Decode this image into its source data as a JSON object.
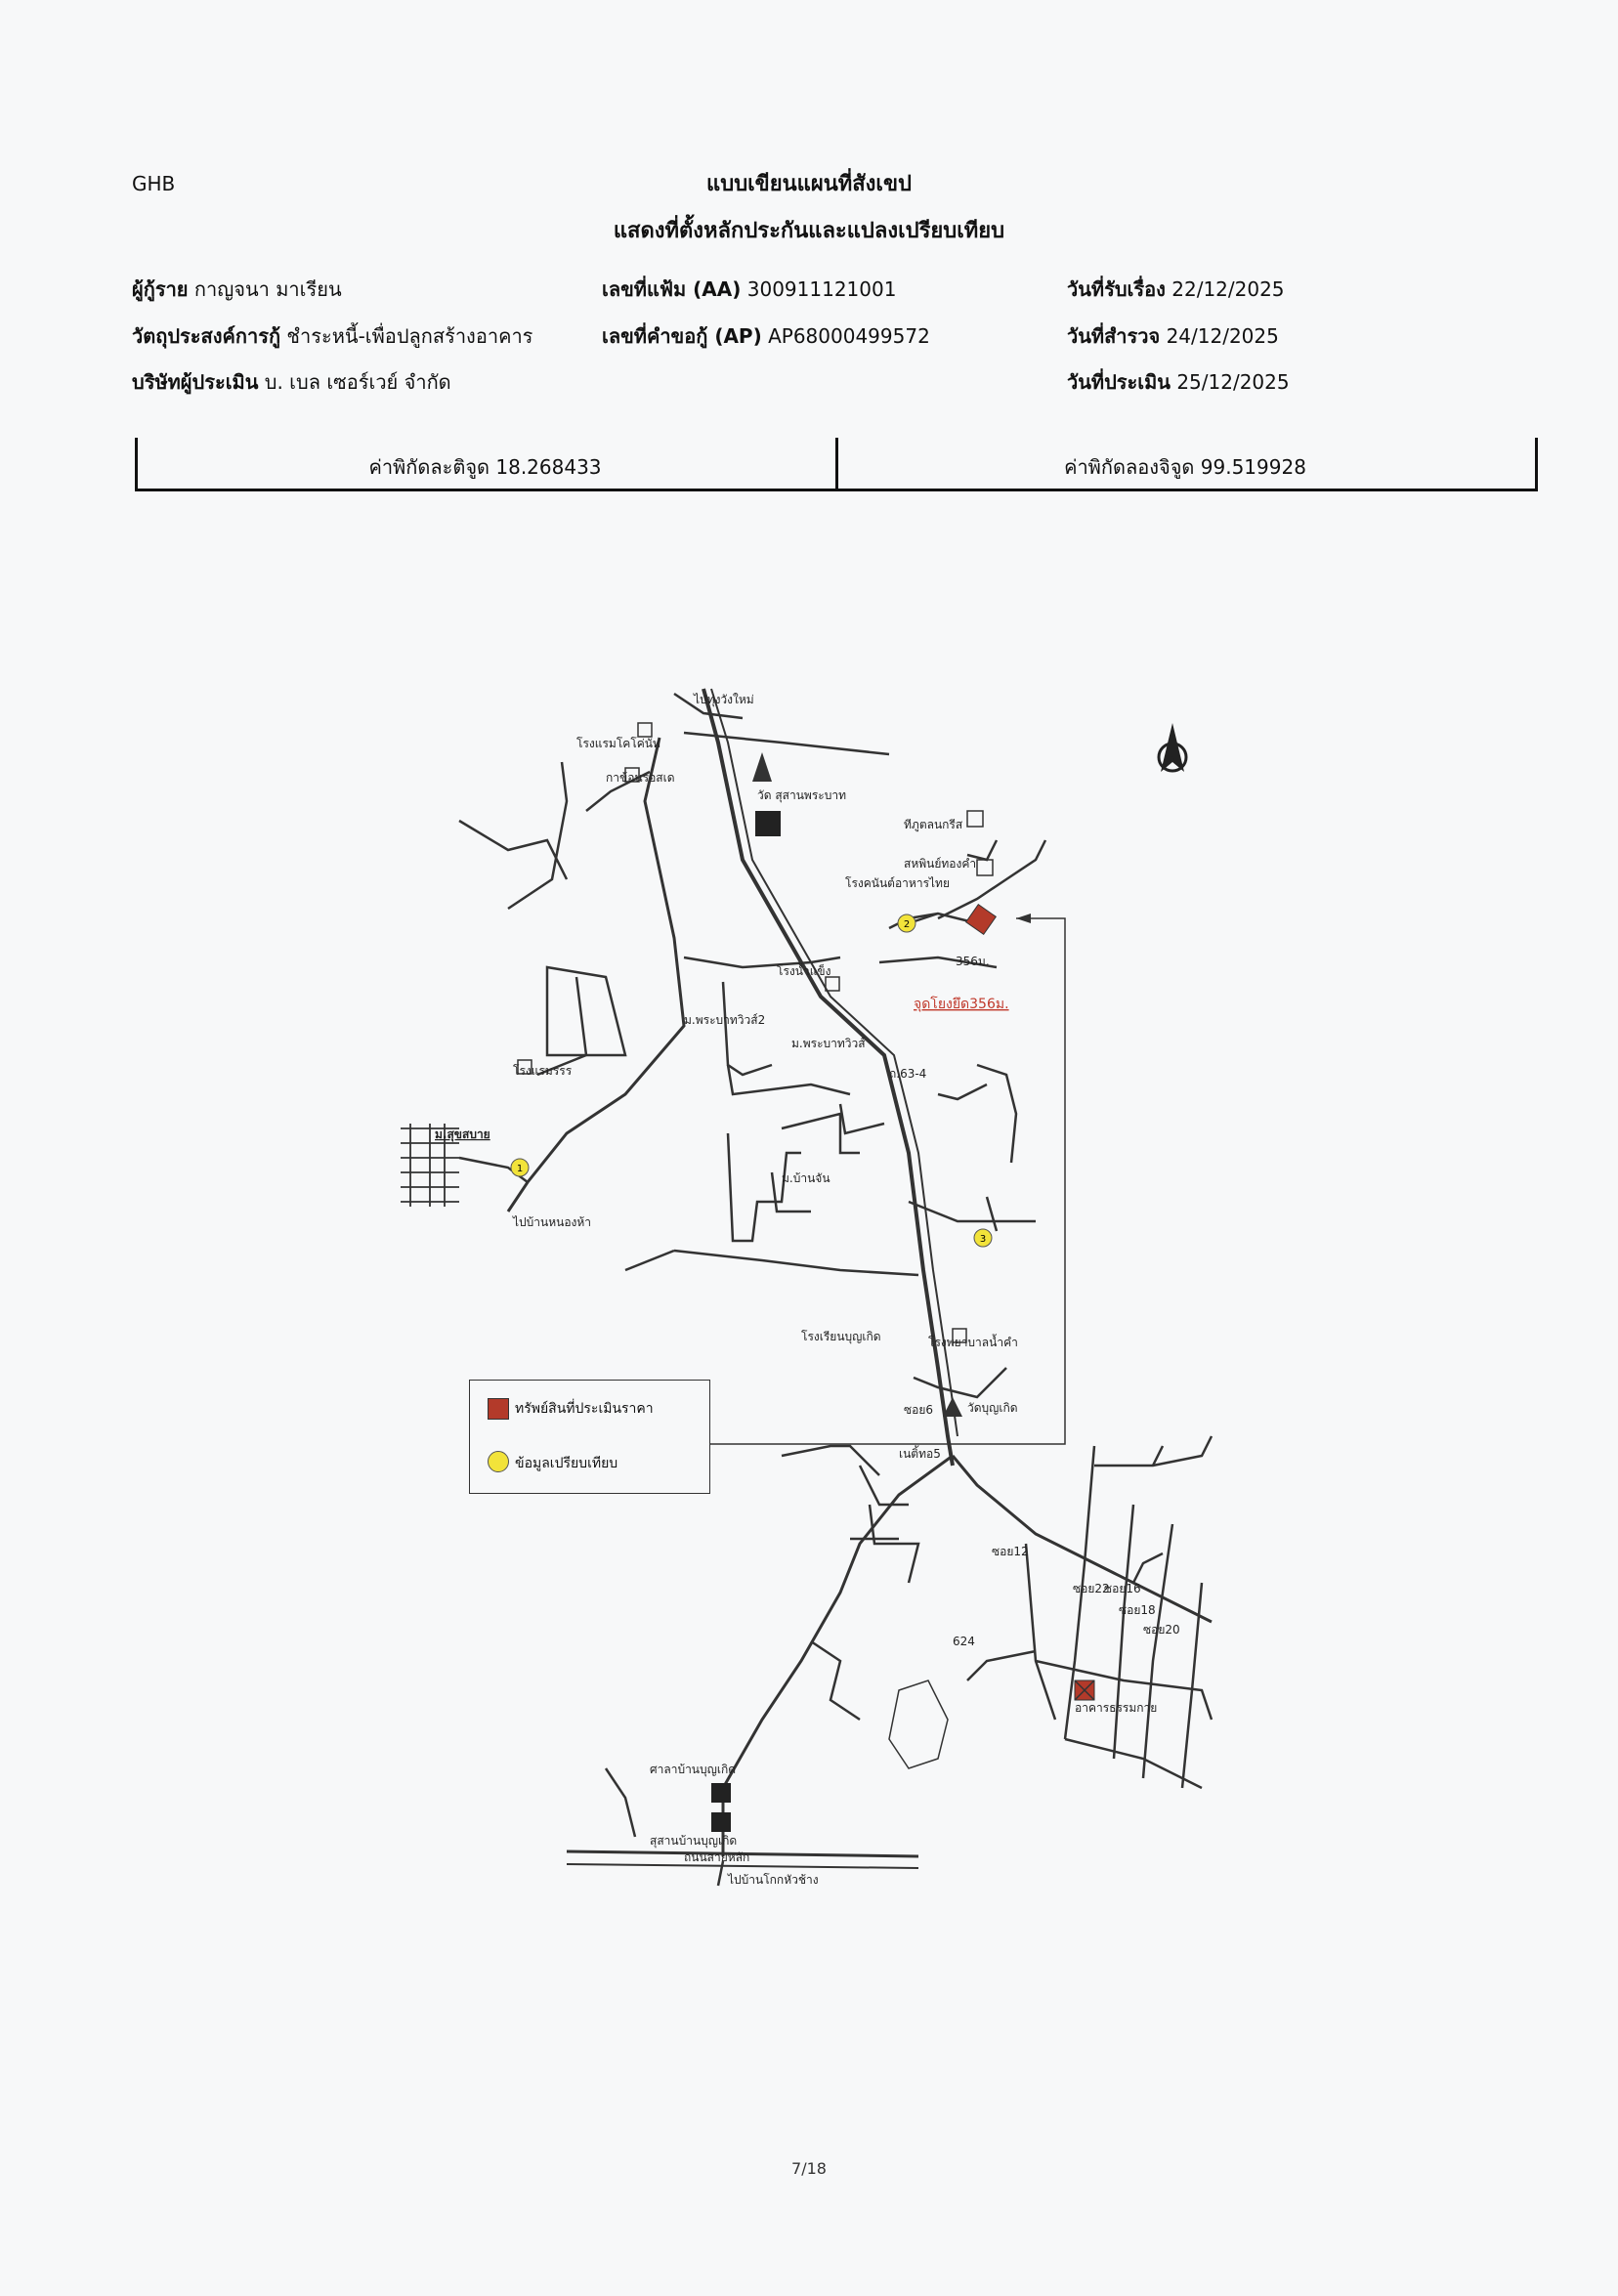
{
  "header": {
    "brand": "GHB",
    "title": "แบบเขียนแผนที่สังเขป",
    "subtitle": "แสดงที่ตั้งหลักประกันและแปลงเปรียบเทียบ"
  },
  "info": {
    "borrower_label": "ผู้กู้ราย",
    "borrower_value": "กาญจนา มาเรียน",
    "purpose_label": "วัตถุประสงค์การกู้",
    "purpose_value": "ชำระหนี้-เพื่อปลูกสร้างอาคาร",
    "company_label": "บริษัทผู้ประเมิน",
    "company_value": "บ. เบล เซอร์เวย์ จำกัด",
    "aa_label": "เลขที่แฟ้ม (AA)",
    "aa_value": "300911121001",
    "ap_label": "เลขที่คำขอกู้ (AP)",
    "ap_value": "AP68000499572",
    "received_label": "วันที่รับเรื่อง",
    "received_value": "22/12/2025",
    "survey_label": "วันที่สำรวจ",
    "survey_value": "24/12/2025",
    "appraisal_label": "วันที่ประเมิน",
    "appraisal_value": "25/12/2025"
  },
  "coordinates": {
    "lat_text": "ค่าพิกัดละติจูด 18.268433",
    "lon_text": "ค่าพิกัดลองจิจูด 99.519928"
  },
  "map": {
    "labels": {
      "top_road": "ไปทุ่งวังใหม่",
      "hotel1": "โรงแรมโคโค่นัท",
      "cafe": "กาข้อนรอสเด",
      "temple1": "วัด สุสานพระบาท",
      "hotel2": "โรงแรมรรร",
      "village1": "ม.สุขสบาย",
      "to_village": "ไปบ้านหนองห้า",
      "factory": "โรงน้ำแข็ง",
      "housing1": "ม.พระบาทวิวส์2",
      "housing2": "ม.พระบาทวิวส์",
      "junction": "จุดโยงยึด356ม.",
      "dist": "356ม.",
      "shop1": "ทีภูตลนกรีส",
      "shop2": "สหพินย์ทองคำ",
      "shop3": "โรงคนันต์อาหารไทย",
      "road_6834": "ถ.63-4",
      "village2": "ม.บ้านจัน",
      "school": "โรงเรียนบุญเกิด",
      "hospital": "โรงพยาบาลน้ำคำ",
      "temple2": "วัดบุญเกิด",
      "soi6": "ซอย6",
      "soi_ban": "เนติ้ทอ5",
      "soi12": "ซอย12",
      "soi16": "ซอย16",
      "soi18": "ซอย18",
      "soi20": "ซอย20",
      "soi22": "ซอย22",
      "office": "อาคารธรรมกาย",
      "road624": "624",
      "temple3": "ศาลาบ้านบุญเกิด",
      "temple4": "สุสานบ้านบุญเกิด",
      "to_south": "ไปบ้านโกกหัวช้าง",
      "bottom_road": "ถนนสายหลัก",
      "north": "N"
    },
    "points": [
      "1",
      "2",
      "3"
    ]
  },
  "legend": {
    "subject_label": "ทรัพย์สินที่ประเมินราคา",
    "compare_label": "ข้อมูลเปรียบเทียบ",
    "subject_color": "#b33a2a",
    "compare_color": "#f2e33a"
  },
  "footer": {
    "page": "7/18"
  }
}
